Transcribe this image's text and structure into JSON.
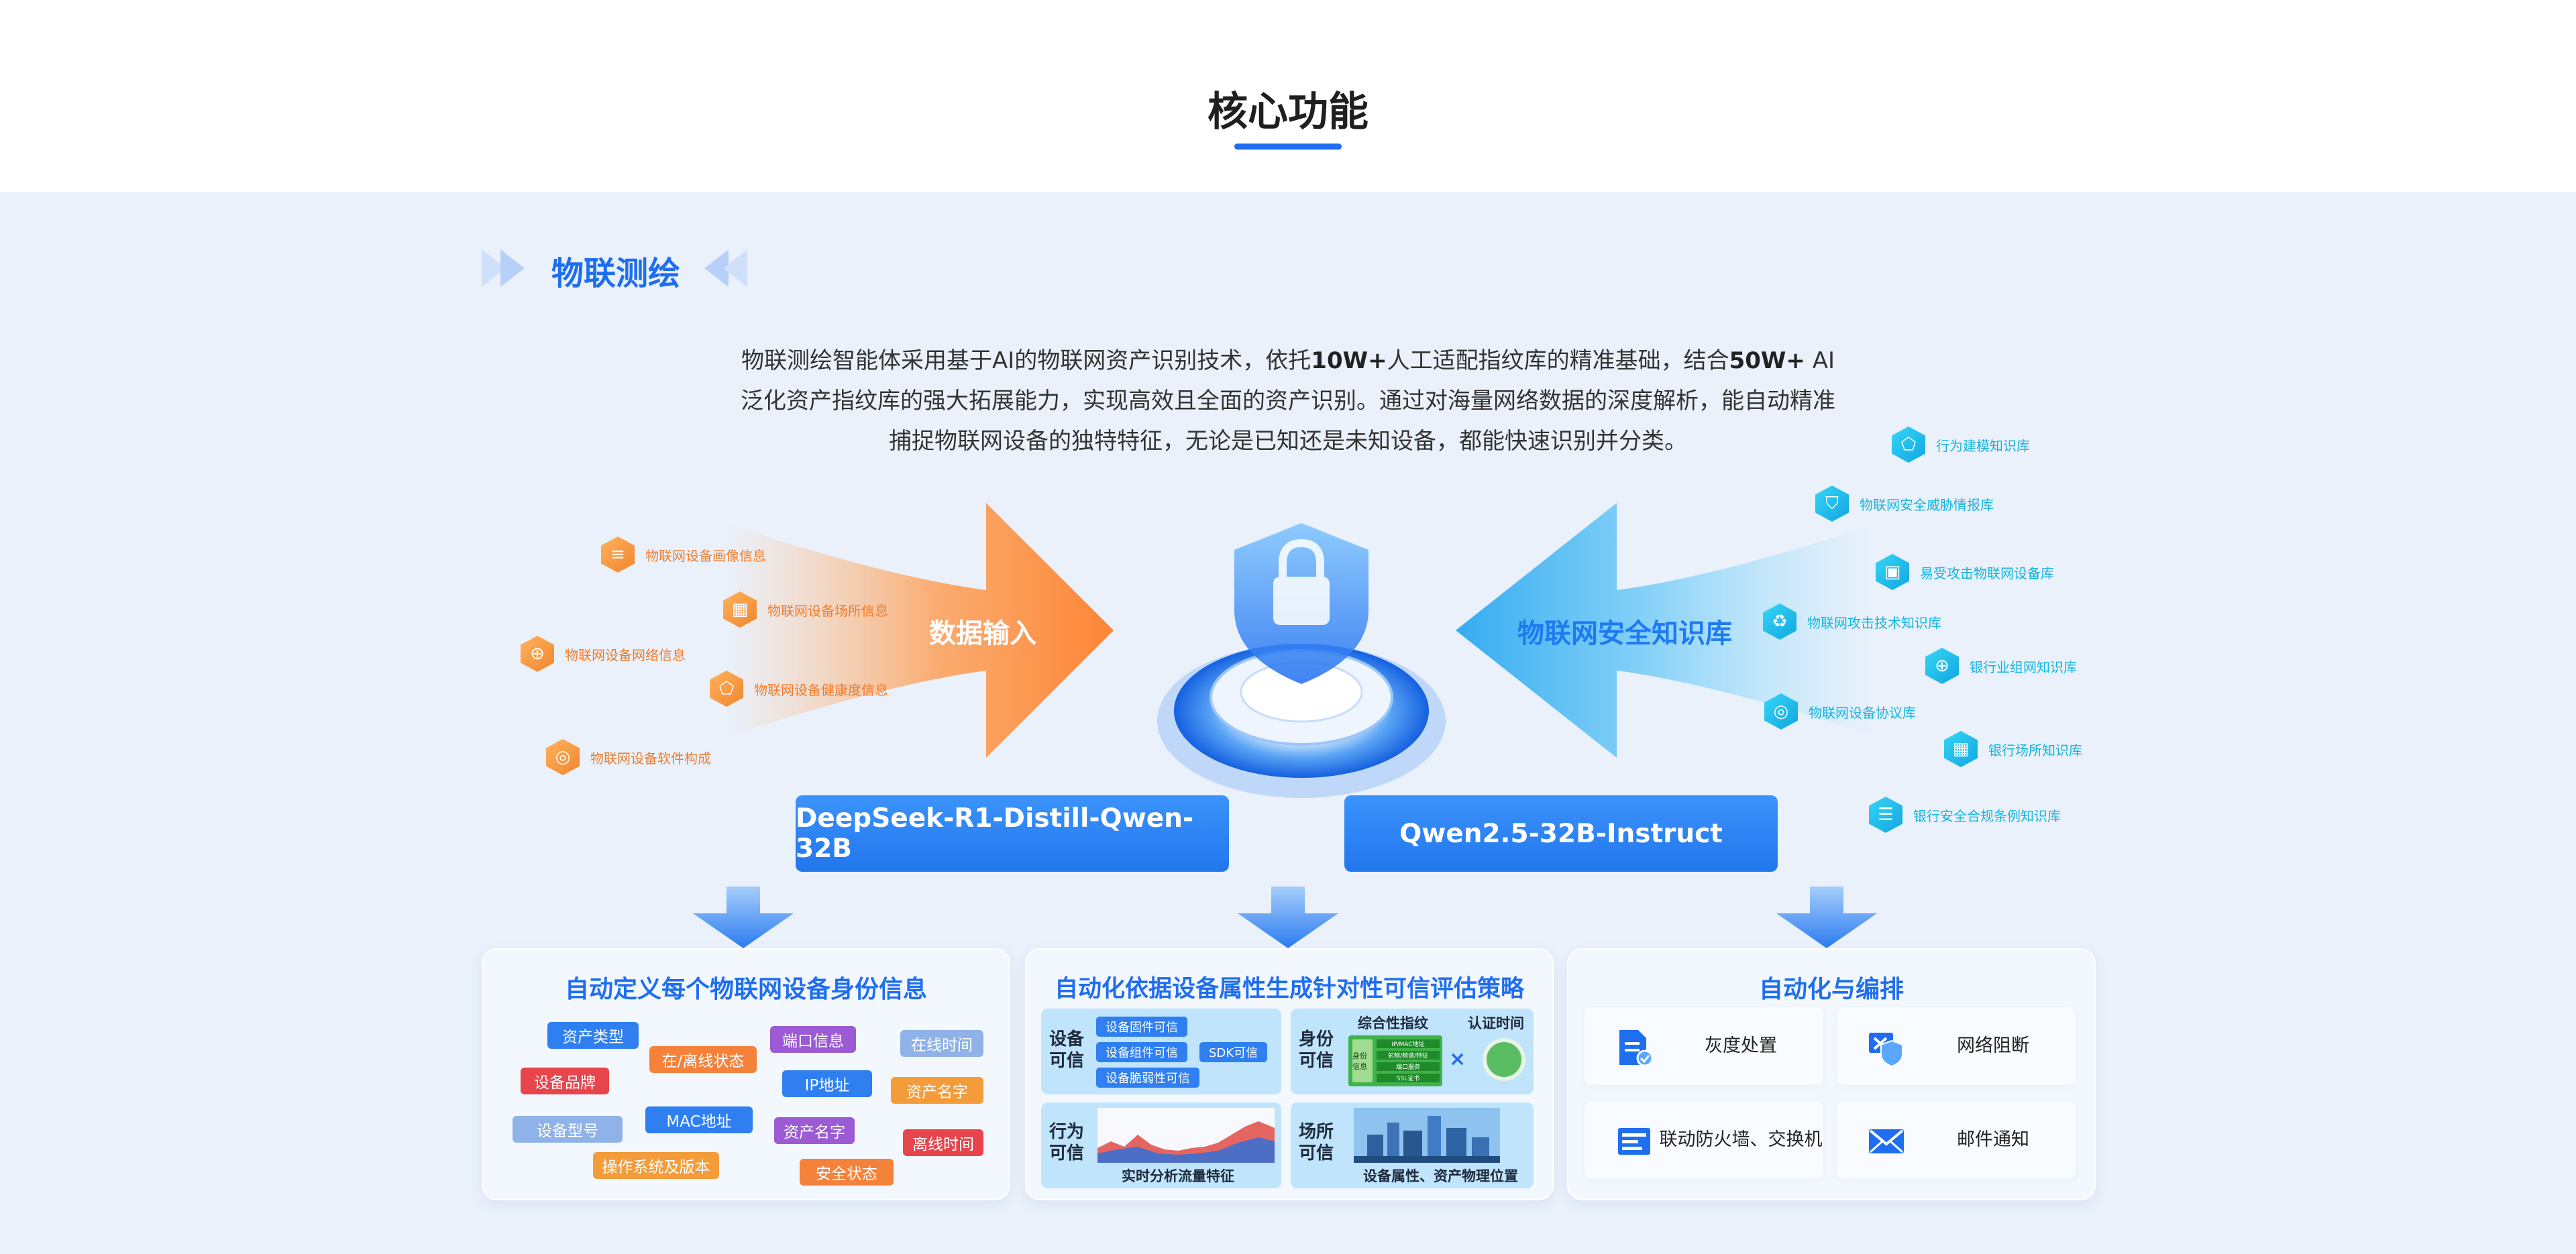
{
  "header": {
    "title": "核心功能"
  },
  "section": {
    "title": "物联测绘"
  },
  "description": {
    "part1": "物联测绘智能体采用基于AI的物联网资产识别技术，依托",
    "bold1": "10W+",
    "part2": "人工适配指纹库的精准基础，结合",
    "bold2": "50W+",
    "part3": " AI泛化资产指纹库的强大拓展能力，实现高效且全面的资产识别。通过对海量网络数据的深度解析，能自动精准捕捉物联网设备的独特特征，无论是已知还是未知设备，都能快速识别并分类。"
  },
  "data_input": {
    "label": "数据输入",
    "items": [
      {
        "label": "物联网设备画像信息",
        "icon": "server-icon"
      },
      {
        "label": "物联网设备场所信息",
        "icon": "building-icon"
      },
      {
        "label": "物联网设备网络信息",
        "icon": "globe-icon"
      },
      {
        "label": "物联网设备健康度信息",
        "icon": "pentagon-icon"
      },
      {
        "label": "物联网设备软件构成",
        "icon": "fingerprint-icon"
      }
    ]
  },
  "knowledge_base": {
    "label": "物联网安全知识库",
    "items": [
      {
        "label": "行为建模知识库",
        "icon": "pentagon-icon"
      },
      {
        "label": "物联网安全威胁情报库",
        "icon": "shield-icon"
      },
      {
        "label": "易受攻击物联网设备库",
        "icon": "device-icon"
      },
      {
        "label": "物联网攻击技术知识库",
        "icon": "recycle-icon"
      },
      {
        "label": "银行业组网知识库",
        "icon": "globe-icon"
      },
      {
        "label": "物联网设备协议库",
        "icon": "fingerprint-icon"
      },
      {
        "label": "银行场所知识库",
        "icon": "building-icon"
      },
      {
        "label": "银行安全合规条例知识库",
        "icon": "document-icon"
      }
    ]
  },
  "models": [
    {
      "name": "DeepSeek-R1-Distill-Qwen-32B"
    },
    {
      "name": "Qwen2.5-32B-Instruct"
    }
  ],
  "cards": {
    "identity": {
      "title": "自动定义每个物联网设备身份信息",
      "chips": [
        "资产类型",
        "在/离线状态",
        "端口信息",
        "在线时间",
        "设备品牌",
        "IP地址",
        "资产名字",
        "设备型号",
        "MAC地址",
        "资产名字",
        "离线时间",
        "操作系统及版本",
        "安全状态"
      ]
    },
    "trust": {
      "title": "自动化依据设备属性生成针对性可信评估策略",
      "device": {
        "label1": "设备",
        "label2": "可信",
        "chips": [
          "设备固件可信",
          "设备组件可信",
          "SDK可信",
          "设备脆弱性可信"
        ]
      },
      "identity": {
        "label1": "身份",
        "label2": "可信",
        "metric": "综合性指纹",
        "auth": "认证时间",
        "box": "身份信息",
        "rows": [
          "IP/MAC地址",
          "射频/频谱/特征",
          "端口服务",
          "SSL证书"
        ],
        "times": "×"
      },
      "behavior": {
        "label1": "行为",
        "label2": "可信",
        "caption": "实时分析流量特征"
      },
      "place": {
        "label1": "场所",
        "label2": "可信",
        "caption": "设备属性、资产物理位置"
      }
    },
    "automation": {
      "title": "自动化与编排",
      "items": [
        {
          "label": "灰度处置",
          "icon": "document-check-icon"
        },
        {
          "label": "网络阻断",
          "icon": "block-shield-icon"
        },
        {
          "label": "联动防火墙、交换机",
          "icon": "firewall-icon"
        },
        {
          "label": "邮件通知",
          "icon": "mail-icon"
        }
      ]
    }
  },
  "colors": {
    "primary": "#1f6ef2",
    "orange": "#f0852f",
    "cyan": "#14b4e0"
  }
}
